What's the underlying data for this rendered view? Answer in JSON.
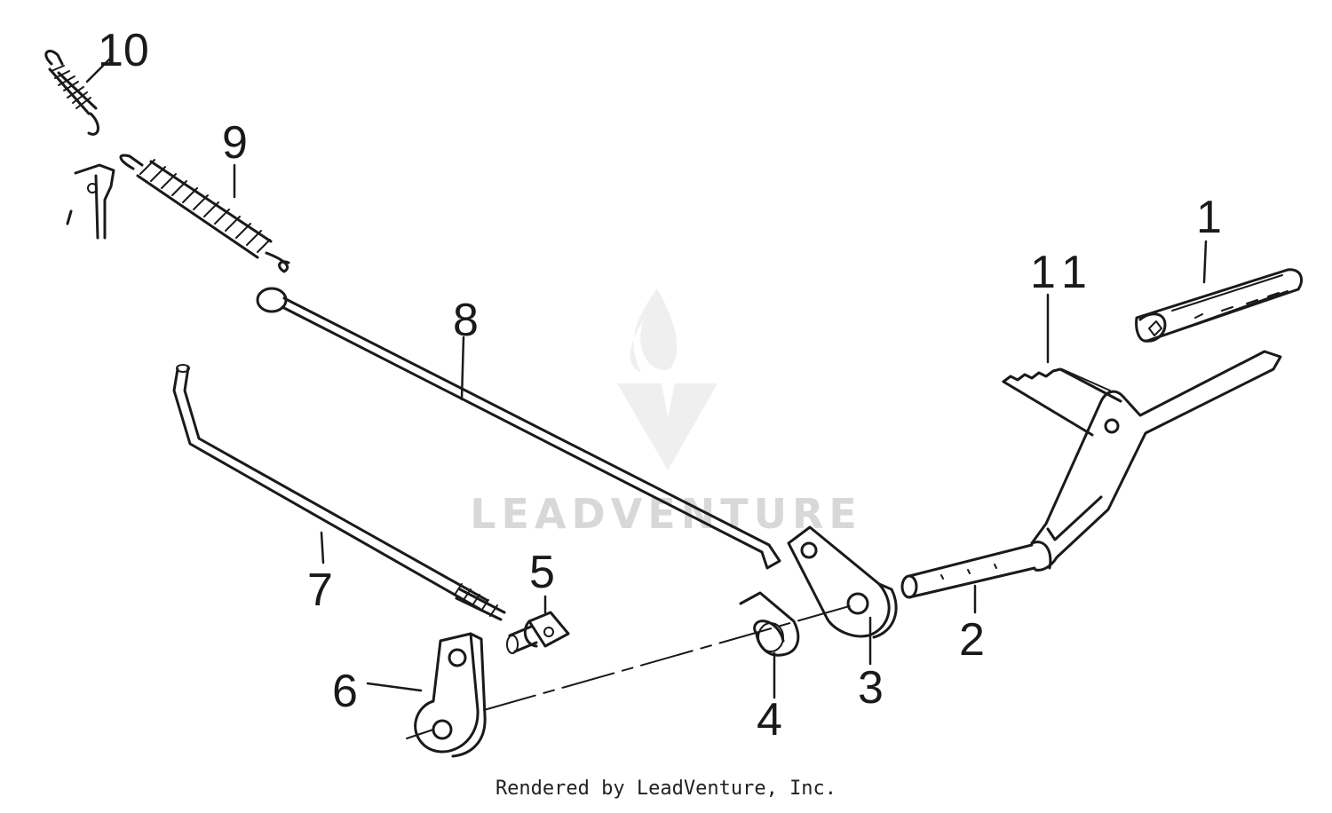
{
  "diagram": {
    "watermark_text": "LEADVENTURE",
    "footer": "Rendered by LeadVenture, Inc.",
    "callouts": {
      "c1": "1",
      "c2": "2",
      "c3": "3",
      "c4": "4",
      "c5": "5",
      "c6": "6",
      "c7": "7",
      "c8": "8",
      "c9": "9",
      "c10": "10",
      "c11": "11"
    }
  }
}
